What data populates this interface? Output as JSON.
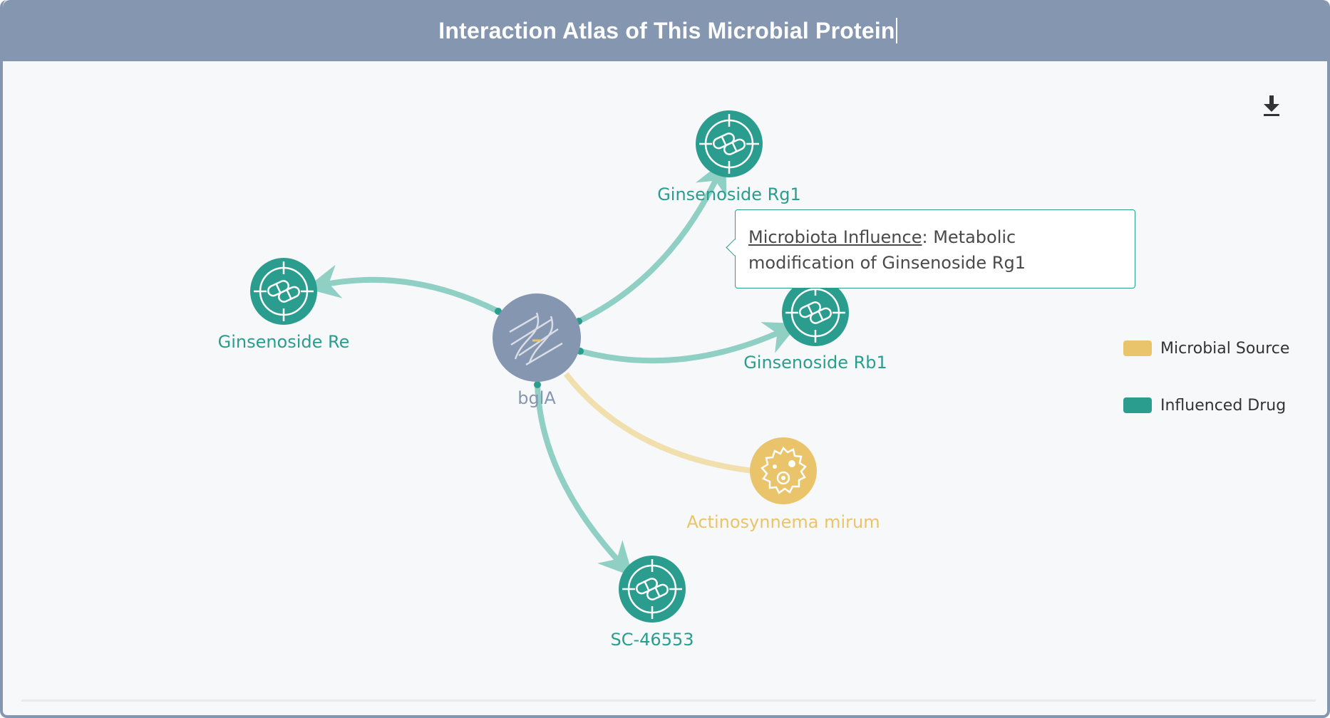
{
  "header": {
    "title": "Interaction Atlas of This Microbial Protein"
  },
  "toolbar": {
    "download_icon": "download-icon"
  },
  "legend": [
    {
      "label": "Microbial Source",
      "color": "#e9c46a"
    },
    {
      "label": "Influenced Drug",
      "color": "#2a9d8f"
    }
  ],
  "graph": {
    "center": {
      "label": "bglA",
      "icon": "dna-icon",
      "color": "#8596b0"
    },
    "nodes": [
      {
        "id": "rg1",
        "label": "Ginsenoside Rg1",
        "category": "Influenced Drug",
        "icon": "pill-target-icon"
      },
      {
        "id": "re",
        "label": "Ginsenoside Re",
        "category": "Influenced Drug",
        "icon": "pill-target-icon"
      },
      {
        "id": "rb1",
        "label": "Ginsenoside Rb1",
        "category": "Influenced Drug",
        "icon": "pill-target-icon"
      },
      {
        "id": "act",
        "label": "Actinosynnema mirum",
        "category": "Microbial Source",
        "icon": "microbe-icon"
      },
      {
        "id": "sc",
        "label": "SC-46553",
        "category": "Influenced Drug",
        "icon": "pill-target-icon"
      }
    ]
  },
  "tooltip": {
    "key": "Microbiota Influence",
    "separator": ": ",
    "line1": "Metabolic",
    "line2": "modification of Ginsenoside Rg1"
  },
  "colors": {
    "drug": "#2a9d8f",
    "microbe": "#e9c46a",
    "edge_drug": "#8fcfc4",
    "edge_microbe": "#f1dfae",
    "protein": "#8596b0"
  }
}
